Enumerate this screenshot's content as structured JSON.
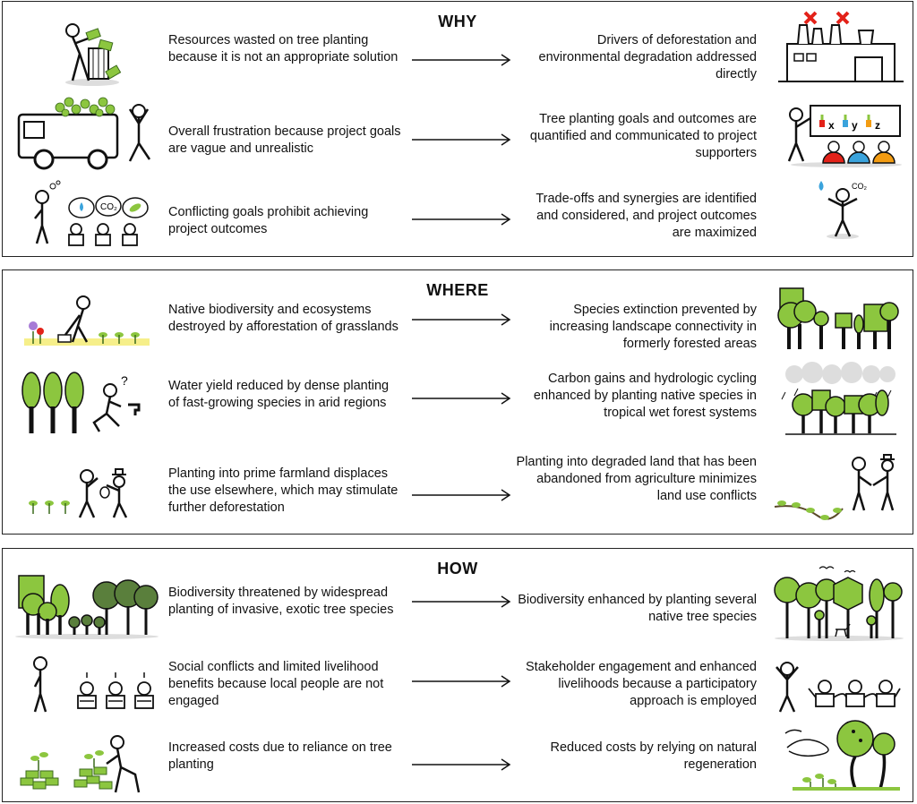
{
  "sections": [
    {
      "title": "WHY",
      "rows": [
        {
          "problem": "Resources wasted on tree planting because it is not an appropriate solution",
          "solution": "Drivers of deforestation and environmental degradation addressed directly"
        },
        {
          "problem": "Overall frustration because project goals are vague and unrealistic",
          "solution": "Tree planting goals and outcomes are quantified and communicated to project supporters"
        },
        {
          "problem": "Conflicting goals prohibit achieving project outcomes",
          "solution": "Trade-offs and synergies are identified and considered, and project outcomes are maximized"
        }
      ]
    },
    {
      "title": "WHERE",
      "rows": [
        {
          "problem": "Native biodiversity and ecosystems destroyed by afforestation of grasslands",
          "solution": "Species extinction prevented by increasing landscape connectivity in formerly forested areas"
        },
        {
          "problem": "Water yield reduced by dense planting of fast-growing species in arid regions",
          "solution": "Carbon gains and hydrologic cycling enhanced by planting native species in tropical wet forest systems"
        },
        {
          "problem": "Planting into prime farmland displaces the use elsewhere, which may stimulate further deforestation",
          "solution": "Planting into degraded land that has been abandoned from agriculture minimizes land use conflicts"
        }
      ]
    },
    {
      "title": "HOW",
      "rows": [
        {
          "problem": "Biodiversity threatened by widespread planting of invasive, exotic tree species",
          "solution": "Biodiversity enhanced by planting several native tree species"
        },
        {
          "problem": "Social conflicts and limited livelihood benefits because local people are not engaged",
          "solution": "Stakeholder engagement and enhanced livelihoods because a participatory approach is employed"
        },
        {
          "problem": "Increased costs due to reliance on tree planting",
          "solution": "Reduced costs by relying on natural regeneration"
        }
      ]
    }
  ],
  "icon_labels": {
    "board_letters": [
      "x",
      "y",
      "z"
    ],
    "co2": "CO₂"
  },
  "colors": {
    "leaf_green": "#8cc63f",
    "dark_green": "#5a7f3c",
    "cross_red": "#e32219",
    "water_blue": "#3aa3dc"
  }
}
